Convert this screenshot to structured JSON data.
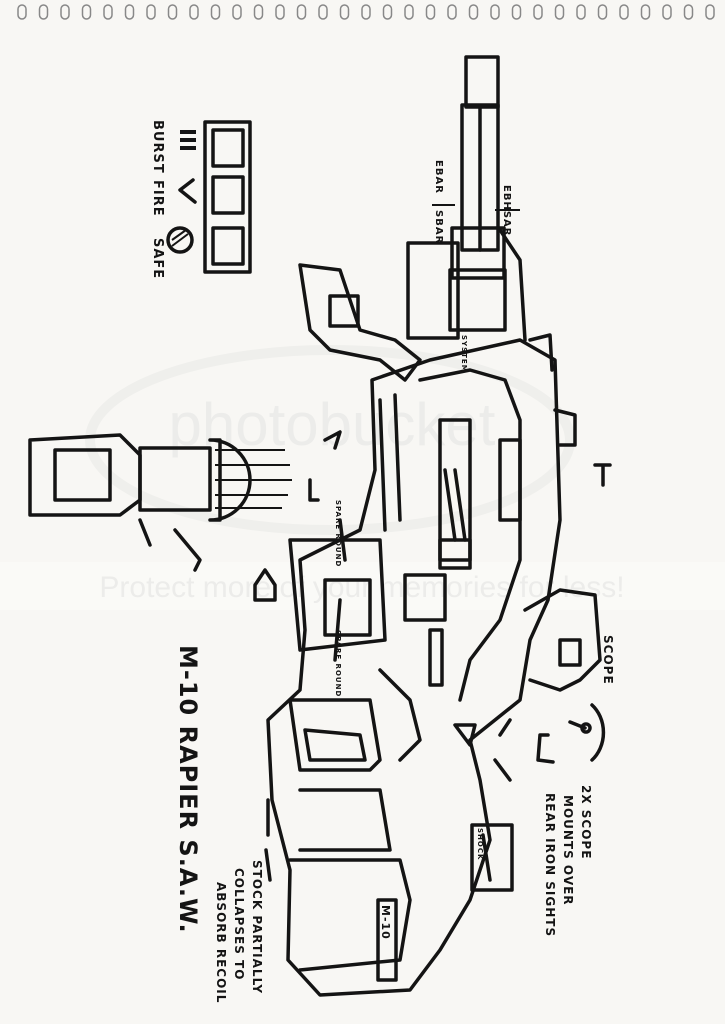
{
  "watermark": {
    "text": "Protect more of your memories for less!",
    "brand": "photobucket"
  },
  "title": "M-10 RAPIER S.A.W.",
  "fire_selector": {
    "labels": [
      "BURST",
      "FIRE",
      "SAFE"
    ]
  },
  "barrel_labels": {
    "ebar": "EBAR",
    "sbar": "SBAR",
    "ebhsar": "EBHSAR",
    "system": "SYSTEM"
  },
  "annotations": {
    "scope": "SCOPE",
    "scope_note": [
      "2X SCOPE",
      "MOUNTS OVER",
      "REAR IRON SIGHTS"
    ],
    "stock_note": [
      "STOCK PARTIALLY",
      "COLLAPSES TO",
      "ABSORB RECOIL"
    ],
    "stock_marking": "M-10",
    "side_labels": [
      "SPARE ROUND",
      "SPARE ROUND"
    ],
    "mag_label": "SHOCK"
  },
  "colors": {
    "ink": "#141414",
    "paper": "#f8f7f4"
  }
}
